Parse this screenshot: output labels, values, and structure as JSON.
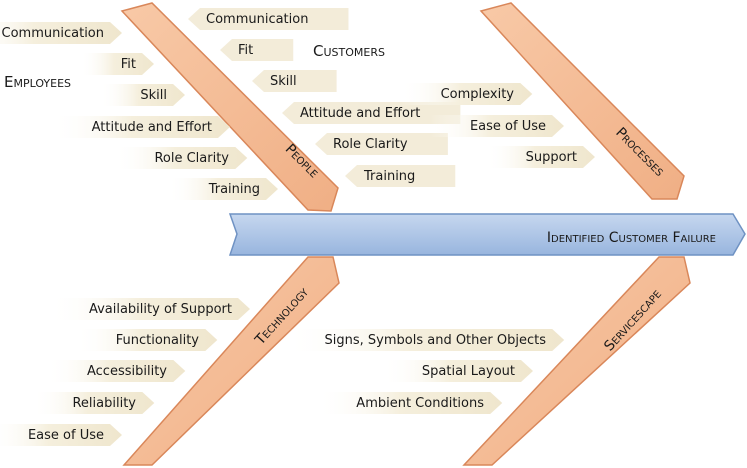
{
  "spine": {
    "label": "Identified Customer Failure"
  },
  "bones": {
    "people": "People",
    "processes": "Processes",
    "technology": "Technology",
    "servicescape": "Servicescape"
  },
  "groups": {
    "employees": "Employees",
    "customers": "Customers"
  },
  "factors": {
    "employees": [
      "Communication",
      "Fit",
      "Skill",
      "Attitude and Effort",
      "Role Clarity",
      "Training"
    ],
    "customers": [
      "Communication",
      "Fit",
      "Skill",
      "Attitude and Effort",
      "Role Clarity",
      "Training"
    ],
    "processes": [
      "Complexity",
      "Ease of Use",
      "Support"
    ],
    "technology": [
      "Availability of Support",
      "Functionality",
      "Accessibility",
      "Reliability",
      "Ease of Use"
    ],
    "servicescape": [
      "Signs, Symbols and Other Objects",
      "Spatial Layout",
      "Ambient Conditions"
    ]
  },
  "colors": {
    "bone_fill": "#f4bd97",
    "bone_stroke": "#d9875a",
    "spine_fill": "#a9c3e6",
    "spine_stroke": "#6f92c3",
    "tag_fill": "#f3ecd9",
    "text": "#1a1a1a"
  }
}
